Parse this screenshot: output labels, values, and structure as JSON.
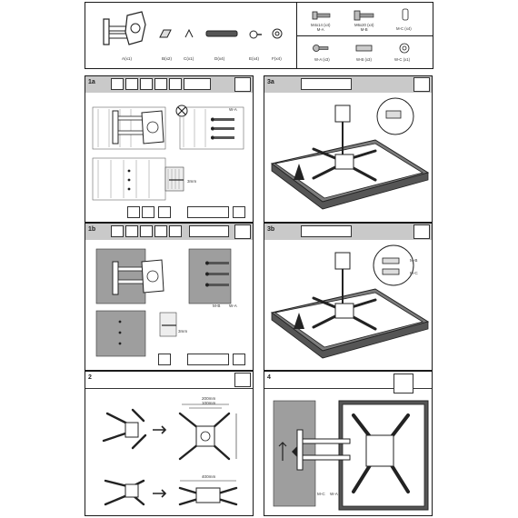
{
  "parts": {
    "mount": {
      "label": "A(x1)"
    },
    "b": {
      "label": "B(x2)"
    },
    "c": {
      "label": "C(x1)"
    },
    "d": {
      "label": "D(x4)"
    },
    "e": {
      "label": "E(x4)"
    },
    "f": {
      "label": "F(x4)"
    }
  },
  "hardware": {
    "m4x14": "M4x14 (x4)\nM-A",
    "m6x20": "M6x20 (x4)\nM-B",
    "mc1": "M-C (x4)",
    "wa": "W-A (x3)",
    "wb": "W-B (x3)",
    "wc": "W-C (x1)"
  },
  "steps": {
    "s1a": "1a",
    "s1b": "1b",
    "s2": "2",
    "s3a": "3a",
    "s3b": "3b",
    "s4": "4"
  },
  "labels": {
    "wa_1a": "W-A",
    "depth_1a": "3mm",
    "mb_1b": "M-B",
    "wa_1b": "W-A",
    "depth_1b": "3mm",
    "dim_200": "200mm",
    "dim_100": "100mm",
    "dim_400": "400mm",
    "mb_3b": "M-B",
    "mc_3b": "M-C",
    "mc_4": "M-C",
    "wa_4": "W-A"
  },
  "colors": {
    "header": "#c9c9c9",
    "wall": "#9e9e9e",
    "tv": "#7c7c7c",
    "line": "#1a1a1a"
  }
}
